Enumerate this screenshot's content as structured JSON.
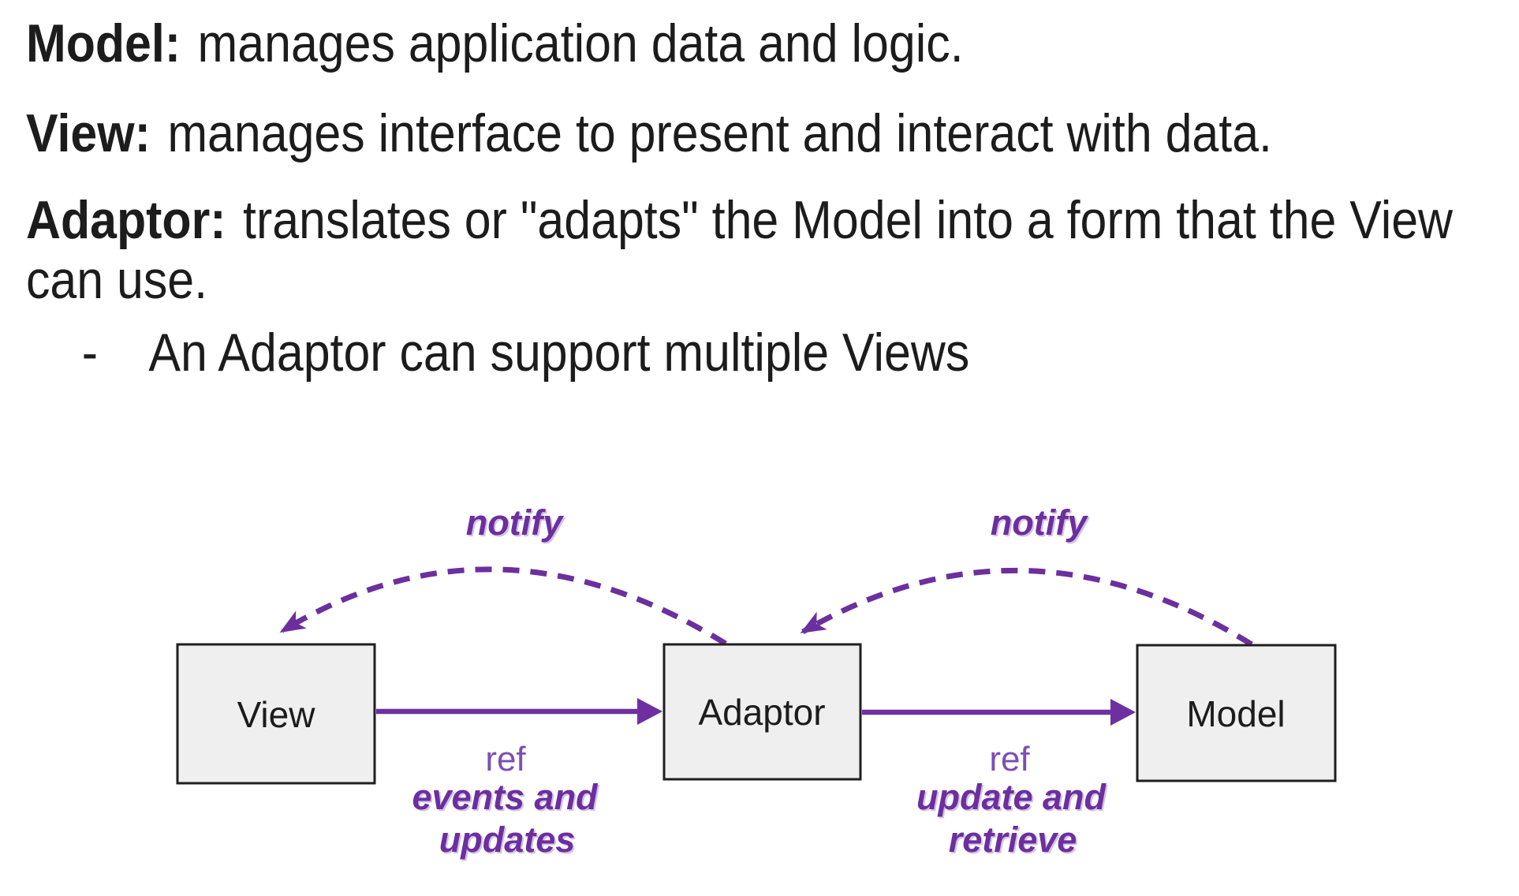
{
  "slide": {
    "definitions": [
      {
        "term": "Model:",
        "desc": "manages application data and logic."
      },
      {
        "term": "View:",
        "desc": "manages interface to present and interact with data."
      },
      {
        "term": "Adaptor:",
        "desc": "translates or \"adapts\" the Model into a form that the View can use."
      }
    ],
    "bullet": {
      "marker": "-",
      "text": "An Adaptor can support multiple Views"
    }
  },
  "diagram": {
    "boxes": [
      {
        "label": "View"
      },
      {
        "label": "Adaptor"
      },
      {
        "label": "Model"
      }
    ],
    "arcs": [
      {
        "label": "notify",
        "from": "Adaptor",
        "to": "View",
        "style": "dashed"
      },
      {
        "label": "notify",
        "from": "Model",
        "to": "Adaptor",
        "style": "dashed"
      }
    ],
    "arrows": [
      {
        "from": "View",
        "to": "Adaptor",
        "ref_label": "ref",
        "caption_line1": "events and",
        "caption_line2": "updates"
      },
      {
        "from": "Adaptor",
        "to": "Model",
        "ref_label": "ref",
        "caption_line1": "update and",
        "caption_line2": "retrieve"
      }
    ],
    "colors": {
      "accent_purple": "#6C2F9E",
      "arrow_purple": "#6E30A0",
      "ref_purple": "#7C4FB5",
      "box_fill": "#EFEFEF",
      "box_border": "#1F1F1F",
      "text": "#1C1C1C"
    }
  }
}
